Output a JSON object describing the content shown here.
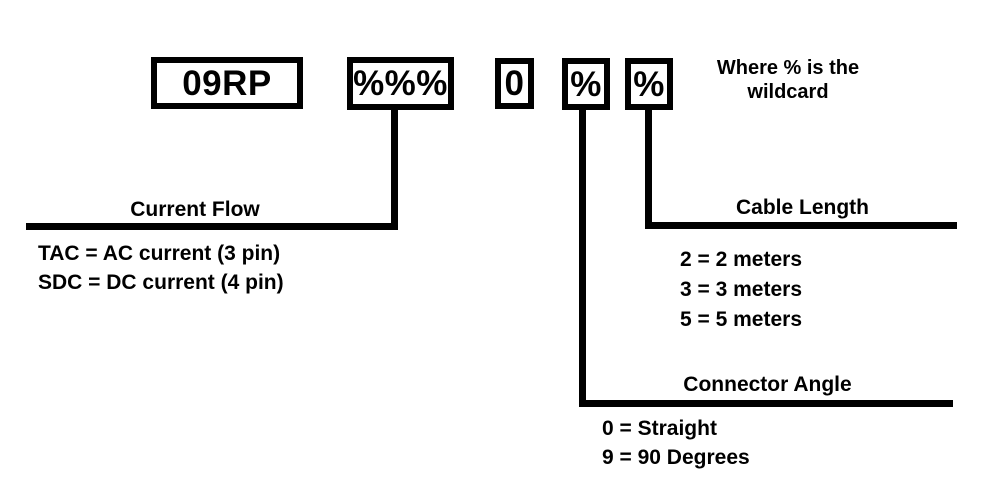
{
  "diagram": {
    "code_boxes": [
      {
        "label": "09RP"
      },
      {
        "label": "%%%"
      },
      {
        "label": "0"
      },
      {
        "label": "%"
      },
      {
        "label": "%"
      }
    ],
    "wildcard_note": {
      "line1": "Where % is the",
      "line2": "wildcard"
    },
    "sections": {
      "current_flow": {
        "title": "Current Flow",
        "items": [
          "TAC = AC current (3 pin)",
          "SDC = DC current (4 pin)"
        ]
      },
      "cable_length": {
        "title": "Cable Length",
        "items": [
          "2 = 2 meters",
          "3 = 3 meters",
          "5 = 5 meters"
        ]
      },
      "connector_angle": {
        "title": "Connector Angle",
        "items": [
          "0 = Straight",
          "9 = 90 Degrees"
        ]
      }
    },
    "colors": {
      "line": "#000000",
      "background": "#ffffff",
      "text": "#000000"
    }
  }
}
